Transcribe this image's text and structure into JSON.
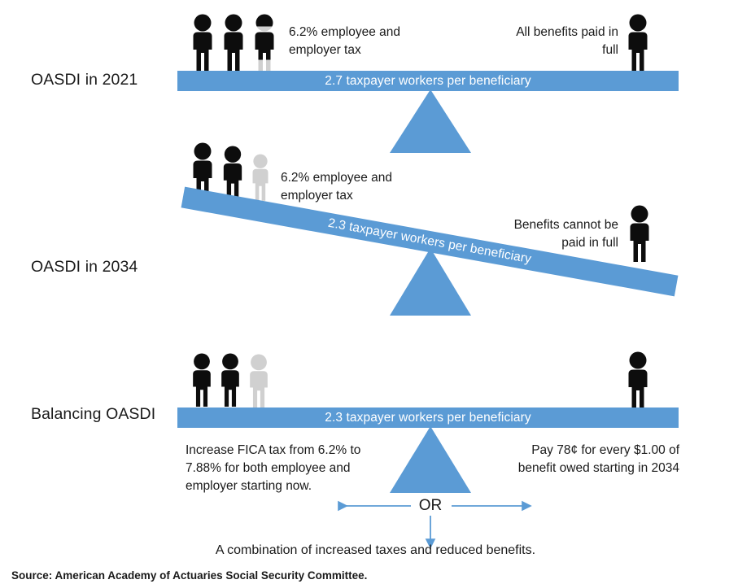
{
  "colors": {
    "accent_blue": "#5B9BD5",
    "arrow_blue": "#5B9BD5",
    "figure_black": "#0d0d0d",
    "figure_gray": "#d0d0d0",
    "text_dark": "#1a1a1a",
    "beam_text": "#ffffff"
  },
  "chart_data": {
    "type": "diagram",
    "title": "OASDI worker-to-beneficiary balance",
    "scenarios": [
      {
        "label": "OASDI in 2021",
        "ratio": 2.7,
        "beam_text": "2.7 taxpayer workers per beneficiary",
        "beam_tilt_degrees": 0,
        "workers": 2.7,
        "beneficiaries": 1,
        "left_note": "6.2% employee and employer tax",
        "right_note": "All benefits paid in full"
      },
      {
        "label": "OASDI in 2034",
        "ratio": 2.3,
        "beam_text": "2.3 taxpayer workers per beneficiary",
        "beam_tilt_degrees": 10,
        "workers": 2.3,
        "beneficiaries": 1,
        "left_note": "6.2% employee and employer tax",
        "right_note": "Benefits cannot be paid in full"
      },
      {
        "label": "Balancing OASDI",
        "ratio": 2.3,
        "beam_text": "2.3 taxpayer workers per beneficiary",
        "beam_tilt_degrees": 0,
        "workers": 2.3,
        "beneficiaries": 1,
        "left_note": "Increase FICA tax from 6.2% to 7.88% for both employee and employer starting now.",
        "right_note": "Pay 78¢ for every $1.00 of benefit owed starting in 2034"
      }
    ]
  },
  "rows": {
    "row1": {
      "label": "OASDI in 2021",
      "beam_text": "2.7 taxpayer workers per beneficiary",
      "left_note_line1": "6.2% employee and",
      "left_note_line2": "employer tax",
      "right_note_line1": "All benefits paid in",
      "right_note_line2": "full"
    },
    "row2": {
      "label": "OASDI in 2034",
      "beam_text": "2.3 taxpayer workers per beneficiary",
      "left_note_line1": "6.2% employee and",
      "left_note_line2": "employer tax",
      "right_note_line1": "Benefits cannot be",
      "right_note_line2": "paid in full"
    },
    "row3": {
      "label": "Balancing OASDI",
      "beam_text": "2.3 taxpayer workers per beneficiary",
      "option_left_line1": "Increase FICA tax from 6.2% to",
      "option_left_line2": "7.88% for both employee and",
      "option_left_line3": "employer starting now.",
      "option_right_line1": "Pay 78¢ for every $1.00 of",
      "option_right_line2": "benefit owed starting in 2034"
    }
  },
  "connector": {
    "or_label": "OR",
    "combination_text": "A combination of increased taxes and reduced benefits."
  },
  "source": {
    "text": "Source:  American Academy of Actuaries Social Security Committee."
  }
}
